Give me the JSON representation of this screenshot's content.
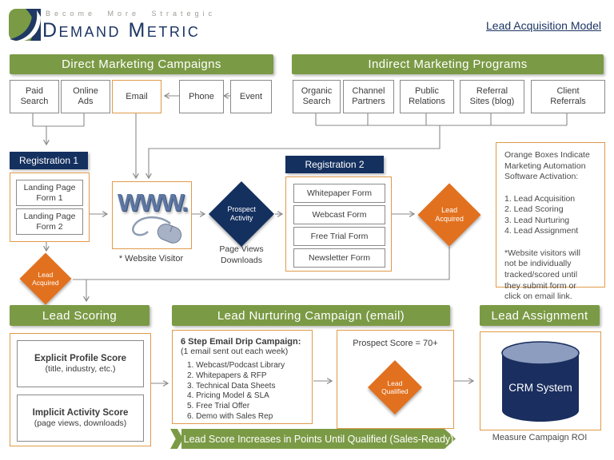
{
  "colors": {
    "green": "#7b9a45",
    "navy": "#14305f",
    "orange": "#e2711f",
    "orange_border": "#e09a4a",
    "line_gray": "#8a8a8a"
  },
  "header": {
    "tagline": "Become More Strategic",
    "brand": "Demand Metric",
    "title": "Lead Acquisition Model"
  },
  "direct": {
    "title": "Direct Marketing Campaigns",
    "boxes": [
      {
        "label": "Paid\nSearch"
      },
      {
        "label": "Online\nAds"
      },
      {
        "label": "Email"
      },
      {
        "label": "Phone"
      },
      {
        "label": "Event"
      }
    ]
  },
  "indirect": {
    "title": "Indirect Marketing Programs",
    "boxes": [
      {
        "label": "Organic\nSearch"
      },
      {
        "label": "Channel\nPartners"
      },
      {
        "label": "Public\nRelations"
      },
      {
        "label": "Referral\nSites (blog)"
      },
      {
        "label": "Client\nReferrals"
      }
    ]
  },
  "registration1": {
    "title": "Registration 1",
    "forms": [
      "Landing Page\nForm 1",
      "Landing Page\nForm 2"
    ]
  },
  "registration2": {
    "title": "Registration 2",
    "forms": [
      "Whitepaper Form",
      "Webcast Form",
      "Free Trial Form",
      "Newsletter Form"
    ]
  },
  "website": {
    "graphic": "WWW.",
    "caption": "* Website Visitor"
  },
  "prospect_activity": {
    "label": "Prospect\nActivity",
    "sub": "Page Views\nDownloads"
  },
  "lead_acquired_left": {
    "label": "Lead\nAcquired"
  },
  "lead_acquired_right": {
    "label": "Lead\nAcquired"
  },
  "note_box": {
    "text": "Orange Boxes Indicate\nMarketing Automation\nSoftware Activation:\n\n1. Lead Acquisition\n2. Lead Scoring\n3. Lead Nurturing\n4. Lead Assignment\n\n*Website visitors will\nnot be individually\ntracked/scored until\nthey submit form or\nclick on email link."
  },
  "lead_scoring": {
    "title": "Lead Scoring",
    "explicit_title": "Explicit Profile Score",
    "explicit_sub": "(title, industry, etc.)",
    "implicit_title": "Implicit Activity Score",
    "implicit_sub": "(page views, downloads)"
  },
  "lead_nurturing": {
    "title": "Lead Nurturing Campaign (email)",
    "drip_title": "6 Step Email Drip Campaign:",
    "drip_sub": "(1 email sent out each week)",
    "drip_list": "1. Webcast/Podcast Library\n2. Whitepapers & RFP\n3. Technical Data Sheets\n4. Pricing Model & SLA\n5. Free Trial Offer\n6. Demo with Sales Rep",
    "score_label": "Prospect Score = 70+",
    "qualified_label": "Lead\nQualified",
    "ribbon": "Lead Score Increases in Points Until Qualified (Sales-Ready)"
  },
  "lead_assignment": {
    "title": "Lead Assignment",
    "crm_label": "CRM System",
    "roi_label": "Measure Campaign ROI"
  }
}
